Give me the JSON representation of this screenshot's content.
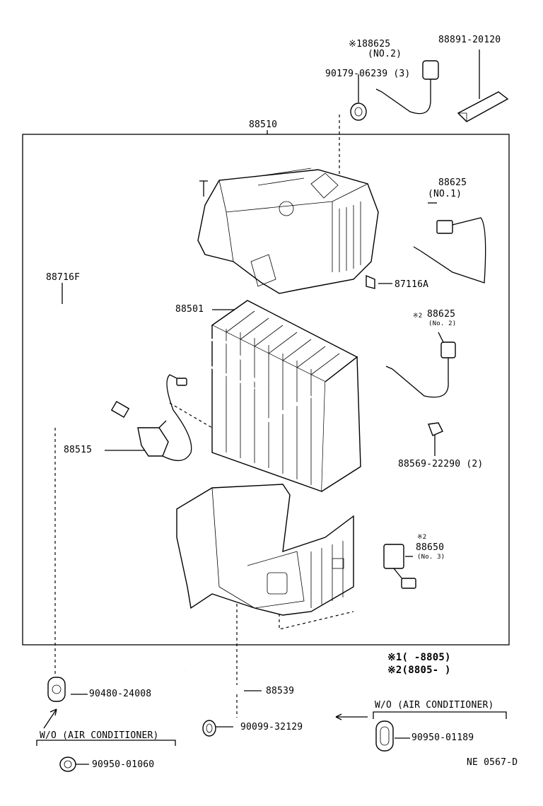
{
  "callouts": {
    "p88625_no2_top": "※188625",
    "p88625_no2_top_sub": "(NO.2)",
    "p88891": "88891-20120",
    "p90179": "90179-06239 (3)",
    "p88510": "88510",
    "p88625_no1": "88625",
    "p88625_no1_sub": "(NO.1)",
    "p88716F": "88716F",
    "p87116A": "87116A",
    "p88501": "88501",
    "p88625_no2_mid_mark": "※2",
    "p88625_no2_mid": "88625",
    "p88625_no2_mid_sub": "(No. 2)",
    "p88515": "88515",
    "p88569": "88569-22290 (2)",
    "p88650_mark": "※2",
    "p88650": "88650",
    "p88650_sub": "(No. 3)",
    "p90480": "90480-24008",
    "p88539": "88539",
    "p90099": "90099-32129",
    "p90950_01189": "90950-01189",
    "p90950_01060": "90950-01060"
  },
  "notes": {
    "legend_1": "※1(      -8805)",
    "legend_2": "※2(8805-      )",
    "wo_ac_right": "W/O (AIR CONDITIONER)",
    "wo_ac_left": "W/O (AIR CONDITIONER)",
    "drawing_code": "NE 0567-D"
  }
}
